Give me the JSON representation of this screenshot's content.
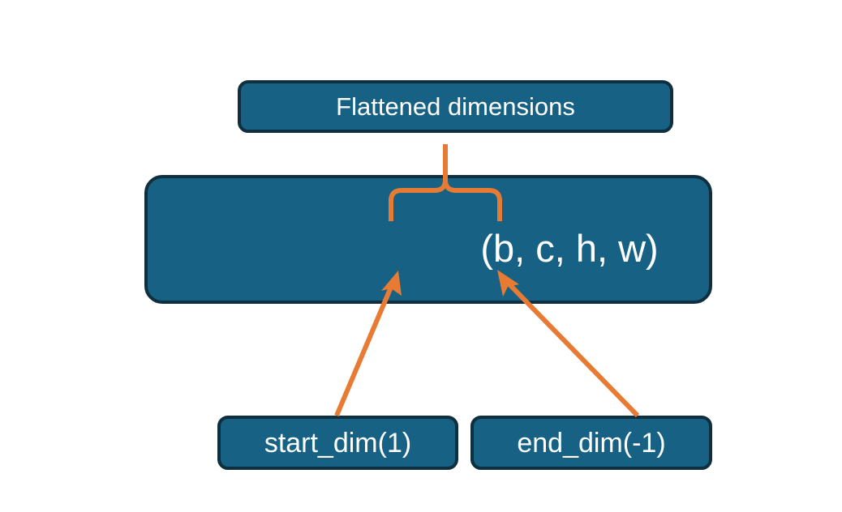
{
  "diagram": {
    "title_node": {
      "label": "Flattened dimensions",
      "name": "flattened-dimensions-box"
    },
    "shape_node": {
      "label": "(b, c, h, w)",
      "name": "tensor-shape-box"
    },
    "argument_nodes": [
      {
        "label": "start_dim(1)",
        "name": "start-dim-box"
      },
      {
        "label": "end_dim(-1)",
        "name": "end-dim-box"
      }
    ],
    "connectors": [
      {
        "name": "flatten-range-brace",
        "kind": "curly-brace",
        "from": "tensor-shape-dims-c-h-w",
        "to": "flattened-dimensions-box"
      },
      {
        "name": "start-dim-arrow",
        "kind": "arrow",
        "from": "start-dim-box",
        "to": "tensor-shape-dim-c"
      },
      {
        "name": "end-dim-arrow",
        "kind": "arrow",
        "from": "end-dim-box",
        "to": "tensor-shape-dim-w"
      }
    ],
    "colors": {
      "box_fill": "#166184",
      "box_border": "#0f2f3f",
      "box_text": "#ffffff",
      "connector": "#e87b34",
      "background": "#ffffff"
    }
  }
}
